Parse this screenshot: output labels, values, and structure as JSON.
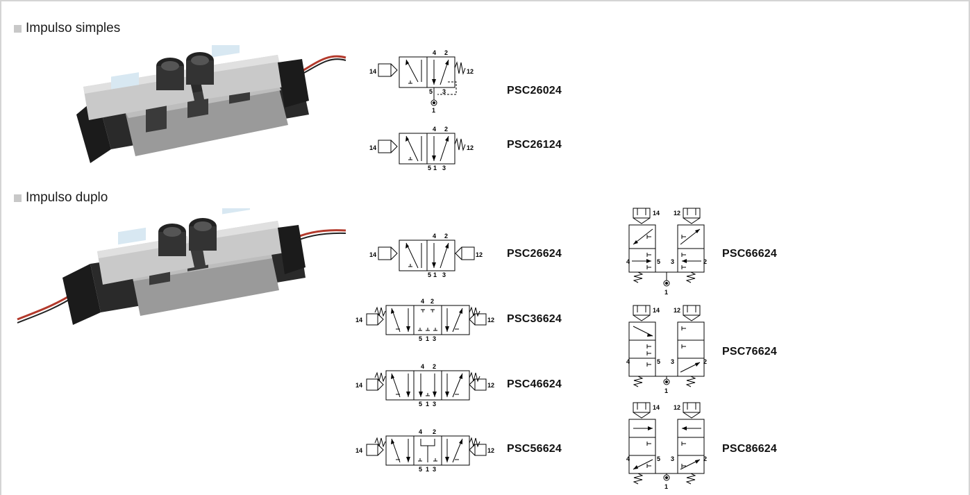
{
  "sections": [
    {
      "title": "Impulso simples"
    },
    {
      "title": "Impulso duplo"
    }
  ],
  "valves": {
    "v1": "PSC26024",
    "v2": "PSC26124",
    "v3": "PSC26624",
    "v4": "PSC36624",
    "v5": "PSC46624",
    "v6": "PSC56624",
    "v7": "PSC66624",
    "v8": "PSC76624",
    "v9": "PSC86624"
  },
  "ports": {
    "p1": "1",
    "p2": "2",
    "p3": "3",
    "p4": "4",
    "p5": "5",
    "p12": "12",
    "p14": "14"
  },
  "colors": {
    "border": "#d4d4d4",
    "bullet": "#c8c8c8",
    "housing_light": "#c9c9c9",
    "body_metal": "#9a9a9a",
    "coil": "#1b1b1b",
    "cable": "#b33a2c"
  }
}
